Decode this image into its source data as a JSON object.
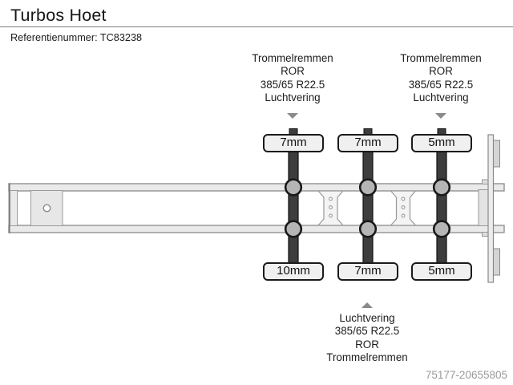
{
  "header": {
    "title": "Turbos Hoet",
    "reference": "Referentienummer: TC83238"
  },
  "annotations": {
    "top_left": {
      "lines": [
        "Trommelremmen",
        "ROR",
        "385/65 R22.5",
        "Luchtvering"
      ]
    },
    "top_right": {
      "lines": [
        "Trommelremmen",
        "ROR",
        "385/65 R22.5",
        "Luchtvering"
      ]
    },
    "bottom": {
      "lines": [
        "Luchtvering",
        "385/65 R22.5",
        "ROR",
        "Trommelremmen"
      ]
    }
  },
  "measurements": {
    "top": [
      "7mm",
      "7mm",
      "5mm"
    ],
    "bottom": [
      "10mm",
      "7mm",
      "5mm"
    ]
  },
  "watermark": "75177-20655805",
  "colors": {
    "axle": "#3d3d3d",
    "hub_fill": "#b5b5b5",
    "outline": "#1a1a1a",
    "rail_fill": "#eaeaea",
    "annotation_arrow": "#8a8a8a",
    "watermark_text": "#9a9a9a"
  }
}
